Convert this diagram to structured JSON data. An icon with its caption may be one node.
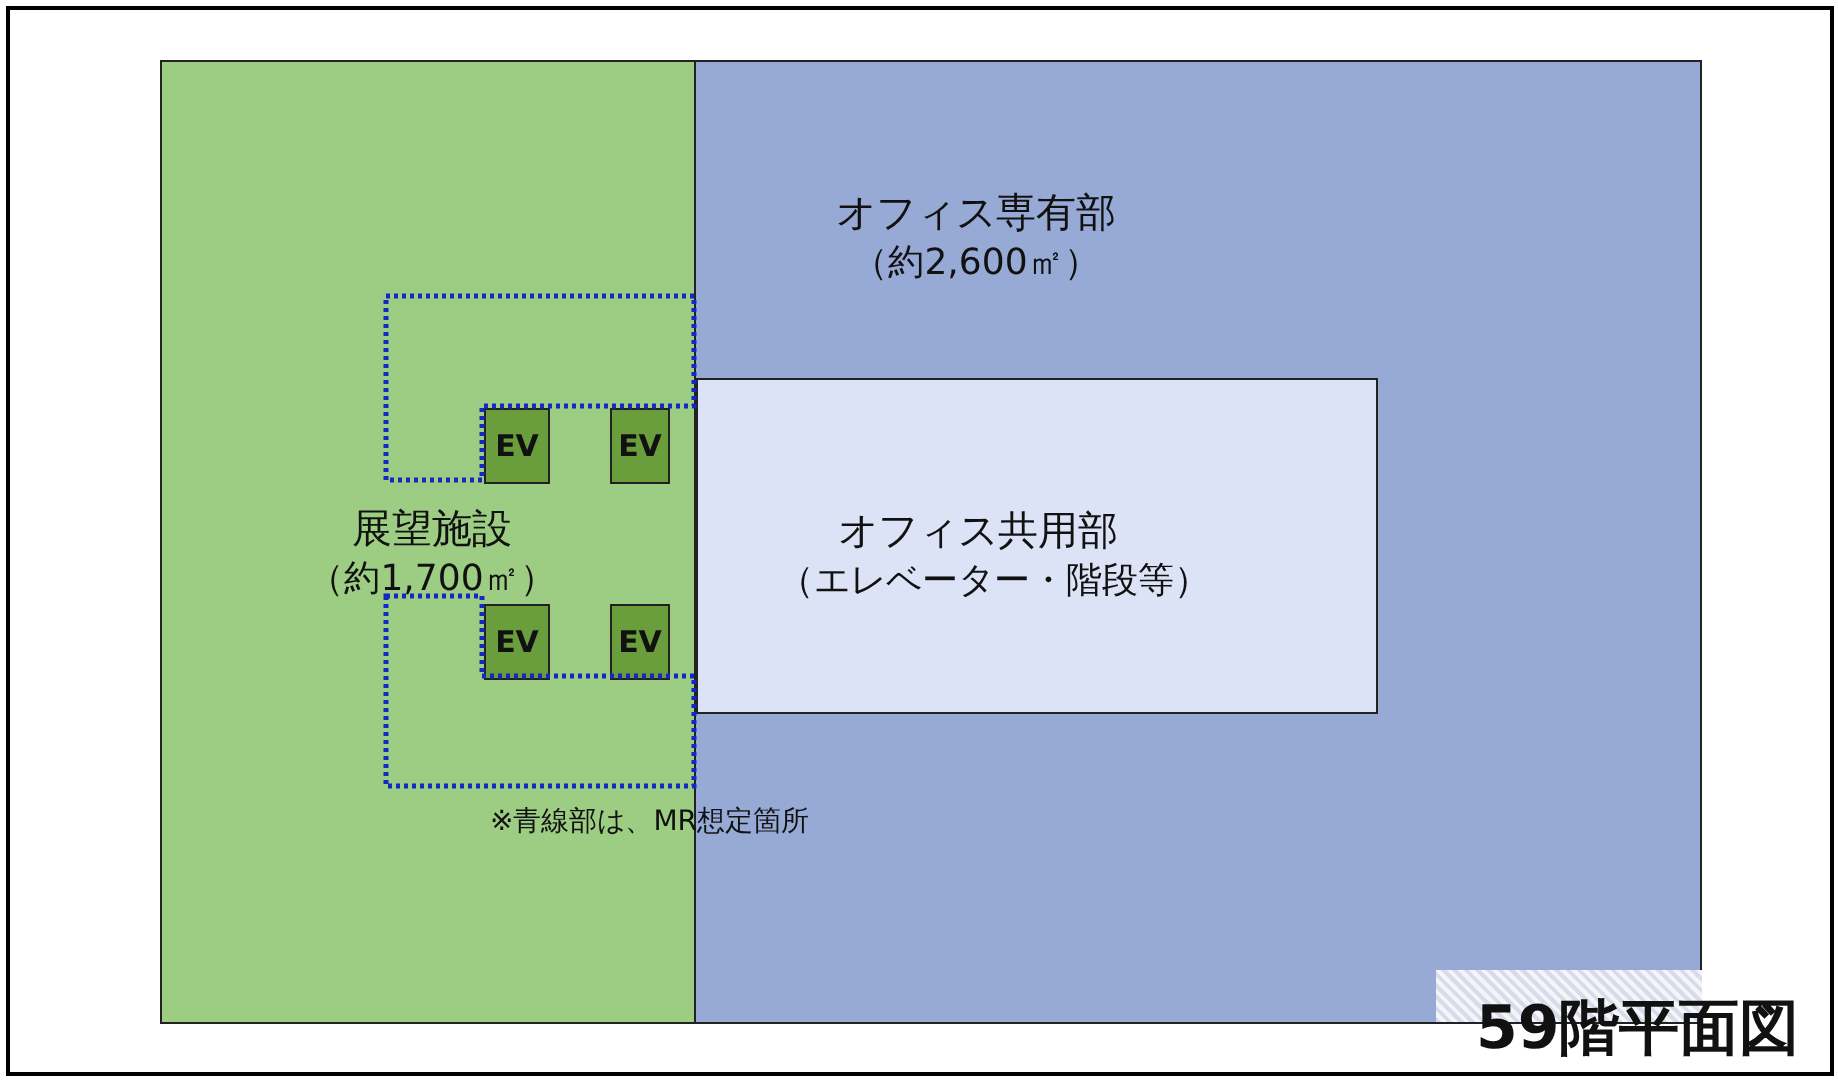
{
  "diagram": {
    "caption": "59階平面図",
    "nodes": [
      {
        "text": [
          "展望施設",
          "（約1,700㎡）"
        ]
      },
      {
        "text": [
          "オフィス専有部",
          "（約2,600㎡）"
        ]
      },
      {
        "text": [
          "オフィス共用部",
          "（エレベーター・階段等）"
        ],
        "in": 1
      },
      {
        "text": [
          "EV"
        ],
        "in": 0
      },
      {
        "text": [
          "EV"
        ],
        "in": 0
      },
      {
        "text": [
          "EV"
        ],
        "in": 0
      },
      {
        "text": [
          "EV"
        ],
        "in": 0
      }
    ],
    "labels": [
      "※青線部は、MR想定箇所"
    ]
  }
}
